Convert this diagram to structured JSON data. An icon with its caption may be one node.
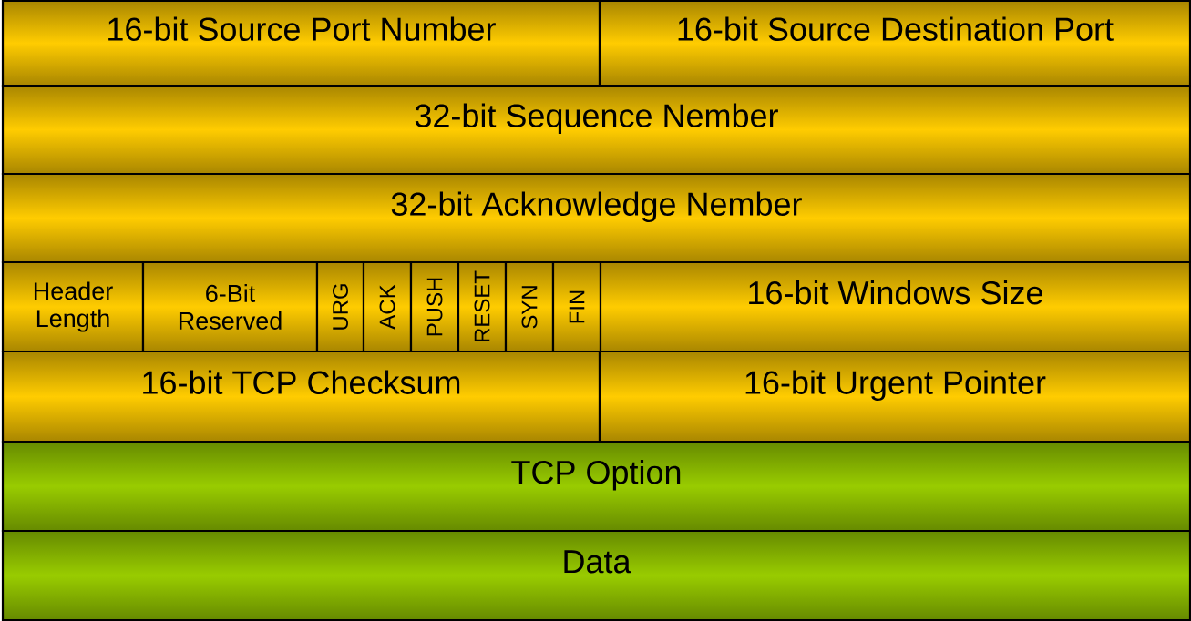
{
  "diagram": {
    "nodes": [
      {
        "text": [
          "16-bit Source Port Number"
        ]
      },
      {
        "text": [
          "16-bit Source Destination Port"
        ]
      },
      {
        "text": [
          "32-bit Sequence Nember"
        ]
      },
      {
        "text": [
          "32-bit Acknowledge Nember"
        ]
      },
      {
        "text": [
          "Header Length"
        ]
      },
      {
        "text": [
          "6-Bit Reserved"
        ]
      },
      {
        "text": [
          "URG"
        ]
      },
      {
        "text": [
          "ACK"
        ]
      },
      {
        "text": [
          "PUSH"
        ]
      },
      {
        "text": [
          "RESET"
        ]
      },
      {
        "text": [
          "SYN"
        ]
      },
      {
        "text": [
          "FIN"
        ]
      },
      {
        "text": [
          "16-bit Windows Size"
        ]
      },
      {
        "text": [
          "16-bit TCP Checksum"
        ]
      },
      {
        "text": [
          "16-bit Urgent Pointer"
        ]
      },
      {
        "text": [
          "TCP Option"
        ]
      },
      {
        "text": [
          "Data"
        ]
      }
    ]
  }
}
